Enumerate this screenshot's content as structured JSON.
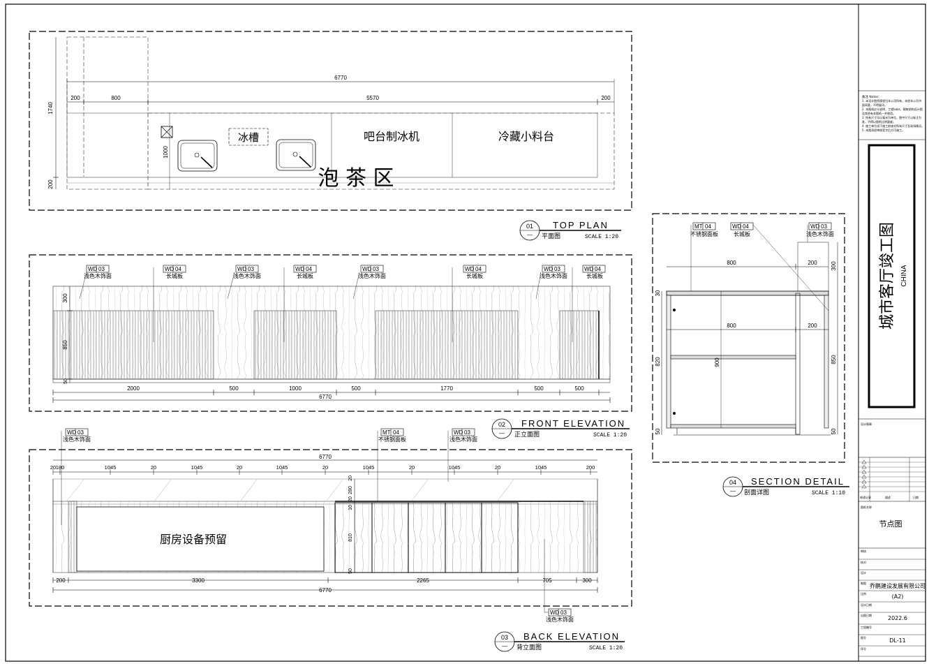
{
  "plan": {
    "dims": {
      "d6770": "6770",
      "d200a": "200",
      "d800": "800",
      "d5570": "5570",
      "d200b": "200",
      "h1740": "1740",
      "h1000": "1000",
      "h200": "200"
    },
    "labels": {
      "sink": "冰槽",
      "ice": "吧台制冰机",
      "fridge": "冷藏小料台",
      "zone": "泡 茶 区"
    },
    "callout": {
      "num": "01",
      "dash": "—",
      "title": "TOP PLAN",
      "cn": "平面图",
      "scale": "SCALE 1:20"
    }
  },
  "front": {
    "tags": [
      {
        "code": "WD",
        "num": "03",
        "desc": "浅色木饰面"
      },
      {
        "code": "WD",
        "num": "04",
        "desc": "长城板"
      },
      {
        "code": "WD",
        "num": "03",
        "desc": "浅色木饰面"
      },
      {
        "code": "WD",
        "num": "04",
        "desc": "长城板"
      },
      {
        "code": "WD",
        "num": "03",
        "desc": "浅色木饰面"
      },
      {
        "code": "WD",
        "num": "04",
        "desc": "长城板"
      },
      {
        "code": "WD",
        "num": "03",
        "desc": "浅色木饰面"
      },
      {
        "code": "WD",
        "num": "04",
        "desc": "长城板"
      }
    ],
    "vdims": {
      "v300": "300",
      "v850": "850",
      "v50": "50"
    },
    "hdims": [
      "2000",
      "500",
      "1000",
      "500",
      "1770",
      "500",
      "500"
    ],
    "total": "6770",
    "callout": {
      "num": "02",
      "dash": "—",
      "title": "FRONT ELEVATION",
      "cn": "正立面图",
      "scale": "SCALE 1:20"
    }
  },
  "back": {
    "tags": [
      {
        "code": "WD",
        "num": "03",
        "desc": "浅色木饰面"
      },
      {
        "code": "MT",
        "num": "04",
        "desc": "不锈钢面板"
      },
      {
        "code": "WD",
        "num": "03",
        "desc": "浅色木饰面"
      },
      {
        "code": "WD",
        "num": "03",
        "desc": "浅色木饰面"
      }
    ],
    "top_total": "6770",
    "top_dims": [
      "20",
      "180",
      "1045",
      "20",
      "1045",
      "20",
      "1045",
      "20",
      "1045",
      "20",
      "1045",
      "20",
      "1045",
      "200"
    ],
    "vdims": {
      "v20": "20",
      "v280": "280",
      "v20b": "20",
      "v10": "10",
      "v810": "810",
      "v50": "50"
    },
    "equip": "厨房设备预留",
    "bottom_dims": [
      "200",
      "3300",
      "2265",
      "705",
      "300"
    ],
    "total": "6770",
    "callout": {
      "num": "03",
      "dash": "—",
      "title": "BACK ELEVATION",
      "cn": "背立面图",
      "scale": "SCALE 1:20"
    }
  },
  "section": {
    "tags": [
      {
        "code": "MT",
        "num": "04",
        "desc": "不锈钢面板"
      },
      {
        "code": "WD",
        "num": "04",
        "desc": "长城板"
      },
      {
        "code": "WD",
        "num": "03",
        "desc": "浅色木饰面"
      }
    ],
    "dims": {
      "top800": "800",
      "top200": "200",
      "v300": "300",
      "v30": "30",
      "mid800": "800",
      "mid200": "200",
      "v820": "820",
      "v900": "900",
      "v850": "850",
      "v50": "50",
      "v50b": "50"
    },
    "callout": {
      "num": "04",
      "dash": "—",
      "title": "SECTION DETAIL",
      "cn": "剖面详图",
      "scale": "SCALE 1:10"
    }
  },
  "titleblock": {
    "notes_title": "备注 Notes:",
    "notes": [
      "1. 本设计图纸版权归本公司所有，未经本公司书",
      "   面同意，不得复印。",
      "2. 本图纸应与说明、工程babs、建筑结构设计图",
      "   及其他有关图纸一并使用。",
      "3. 所有尺寸均以毫米为单位，图中尺寸以标注为",
      "   准，不得以图纸比例量度。",
      "4. 施工单位须于施工前核对所有尺寸及现场情况。",
      "5. 本图须经审核签字后方可施工。"
    ],
    "project_title": "城市客厅竣工图",
    "project_sub": "CHINA",
    "design_stamp": "设计图章",
    "rev_header": {
      "a": "修改记录",
      "b": "描述",
      "c": "日期"
    },
    "drawing_title_label": "图纸名称",
    "drawing_title": "节点图",
    "rows": [
      {
        "label": "审核",
        "value": ""
      },
      {
        "label": "校对",
        "value": ""
      },
      {
        "label": "设计",
        "value": ""
      },
      {
        "label": "制图",
        "value": "乔鹏建设发展有限公司"
      },
      {
        "label": "比例",
        "value": "(A2)"
      },
      {
        "label": "设计日期",
        "value": ""
      },
      {
        "label": "出图日期",
        "value": "2022.6"
      },
      {
        "label": "工程编号",
        "value": ""
      },
      {
        "label": "图号",
        "value": "DL-11"
      },
      {
        "label": "序号",
        "value": ""
      }
    ]
  }
}
